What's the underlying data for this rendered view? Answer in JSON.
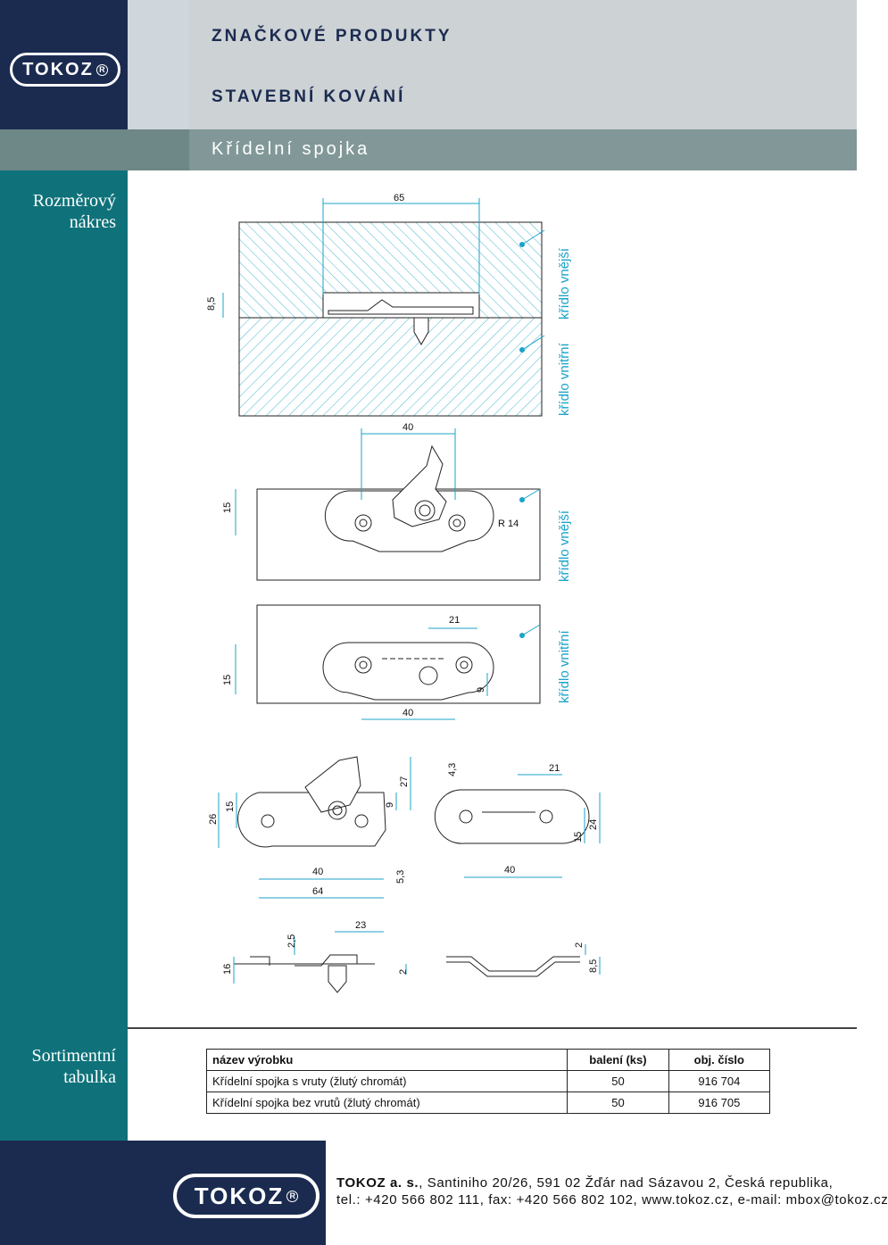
{
  "header": {
    "brand": "TOKOZ",
    "line1": "ZNAČKOVÉ PRODUKTY",
    "line2": "STAVEBNÍ KOVÁNÍ",
    "product_title": "Křídelní spojka"
  },
  "drawing_section": {
    "label_line1": "Rozměrový",
    "label_line2": "nákres",
    "dims": {
      "d65": "65",
      "d8_5": "8,5",
      "d40a": "40",
      "d15a": "15",
      "r14": "R 14",
      "d21a": "21",
      "d15b": "15",
      "d9a": "9",
      "d40b": "40",
      "d26": "26",
      "d15c": "15",
      "d9b": "9",
      "d27": "27",
      "d40c": "40",
      "d64": "64",
      "d5_3": "5,3",
      "d4_3": "4,3",
      "d21b": "21",
      "d15d": "15",
      "d24": "24",
      "d40d": "40",
      "d16": "16",
      "d2_5": "2,5",
      "d23": "23",
      "d2a": "2",
      "d2b": "2",
      "d8_5b": "8,5"
    },
    "labels": {
      "outer1": "křídlo vnější",
      "inner1": "křídlo vnitřní",
      "outer2": "křídlo vnější",
      "inner2": "křídlo vnitřní"
    }
  },
  "sortiment": {
    "label_line1": "Sortimentní",
    "label_line2": "tabulka",
    "headers": [
      "název výrobku",
      "balení (ks)",
      "obj. číslo"
    ],
    "rows": [
      [
        "Křídelní spojka s vruty (žlutý chromát)",
        "50",
        "916 704"
      ],
      [
        "Křídelní spojka bez vrutů (žlutý chromát)",
        "50",
        "916 705"
      ]
    ]
  },
  "footer": {
    "brand": "TOKOZ",
    "company": "TOKOZ a. s.",
    "address": ", Santiniho 20/26, 591 02 Žďár nad Sázavou 2, Česká republika,",
    "contact": "tel.: +420 566 802 111, fax: +420 566 802 102, www.tokoz.cz, e-mail: mbox@tokoz.cz"
  },
  "colors": {
    "navy": "#1b2b50",
    "teal": "#0f727a",
    "gray_header": "#cdd2d5",
    "gray_title": "#829898",
    "cyan": "#1ba3c9"
  }
}
